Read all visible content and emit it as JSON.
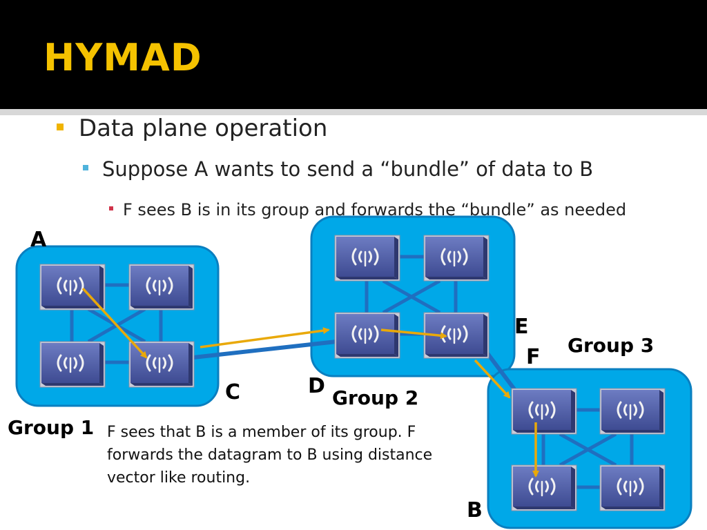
{
  "title": "HYMAD",
  "bullets": {
    "level1": "Data plane operation",
    "level2": "Suppose A wants to send a “bundle” of data to B",
    "level3": "F sees B is in its group and forwards the “bundle” as needed"
  },
  "nodes": {
    "a": "A",
    "b": "B",
    "c": "C",
    "d": "D",
    "e": "E",
    "f": "F"
  },
  "groups": {
    "g1": "Group 1",
    "g2": "Group 2",
    "g3": "Group 3"
  },
  "caption": "F sees that B is a member of its group. F forwards the datagram to B using distance vector like routing.",
  "colors": {
    "title": "#f5c200",
    "group_fill": "#00a8e8",
    "link": "#1f6fc0",
    "arrow": "#e9a90a",
    "router": "#4f5ea6"
  },
  "router_icon": "wireless-router-icon"
}
